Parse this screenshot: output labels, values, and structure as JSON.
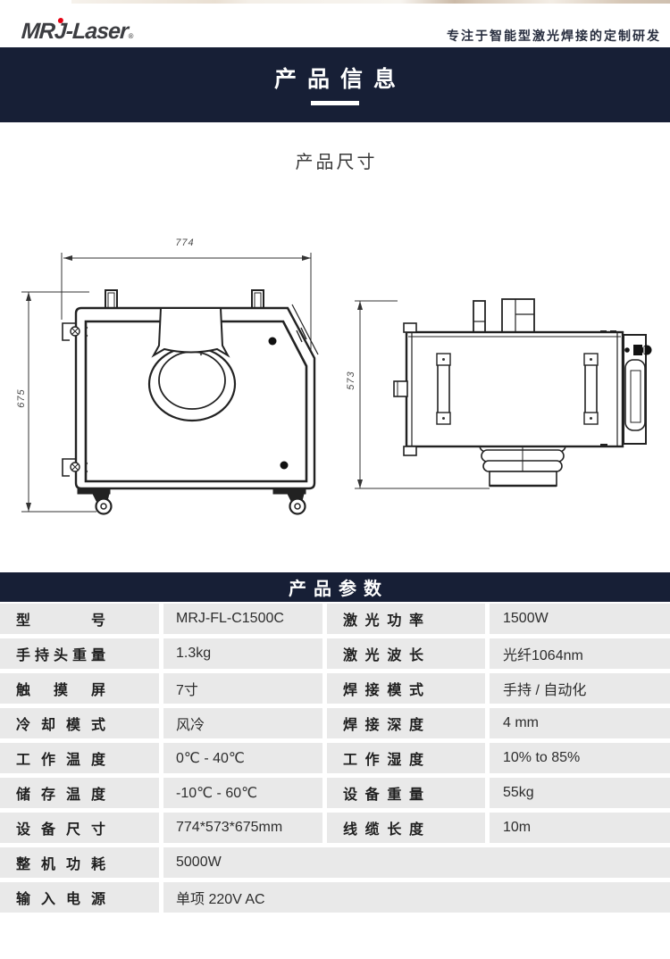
{
  "colors": {
    "navy": "#171F36",
    "cell_gray": "#E9E9E9",
    "logo_gray": "#3C3D41",
    "accent_red": "#E60012",
    "line_dark": "#222222"
  },
  "header": {
    "logo_prefix": "MR",
    "logo_j": "J",
    "logo_suffix": "-Laser",
    "logo_registered": "®",
    "tagline": "专注于智能型激光焊接的定制研发"
  },
  "banner_info": {
    "title": "产品信息"
  },
  "section_dimensions": {
    "title": "产品尺寸",
    "front_view": {
      "width_label": "774",
      "height_label": "675"
    },
    "side_view": {
      "height_label": "573"
    }
  },
  "banner_params": {
    "title": "产品参数"
  },
  "params_table": {
    "rows": [
      {
        "label": "型号",
        "value": "MRJ-FL-C1500C",
        "label2": "激光功率",
        "value2": "1500W"
      },
      {
        "label": "手持头重量",
        "value": "1.3kg",
        "label2": "激光波长",
        "value2": "光纤1064nm"
      },
      {
        "label": "触摸屏",
        "value": "7寸",
        "label2": "焊接模式",
        "value2": "手持 / 自动化"
      },
      {
        "label": "冷却模式",
        "value": "风冷",
        "label2": "焊接深度",
        "value2": "4 mm"
      },
      {
        "label": "工作温度",
        "value": "0℃ - 40℃",
        "label2": "工作湿度",
        "value2": "10% to 85%"
      },
      {
        "label": "储存温度",
        "value": "-10℃ - 60℃",
        "label2": "设备重量",
        "value2": "55kg"
      },
      {
        "label": "设备尺寸",
        "value": "774*573*675mm",
        "label2": "线缆长度",
        "value2": "10m"
      },
      {
        "label": "整机功耗",
        "value": "5000W"
      },
      {
        "label": "输入电源",
        "value": "单项 220V AC"
      }
    ]
  }
}
